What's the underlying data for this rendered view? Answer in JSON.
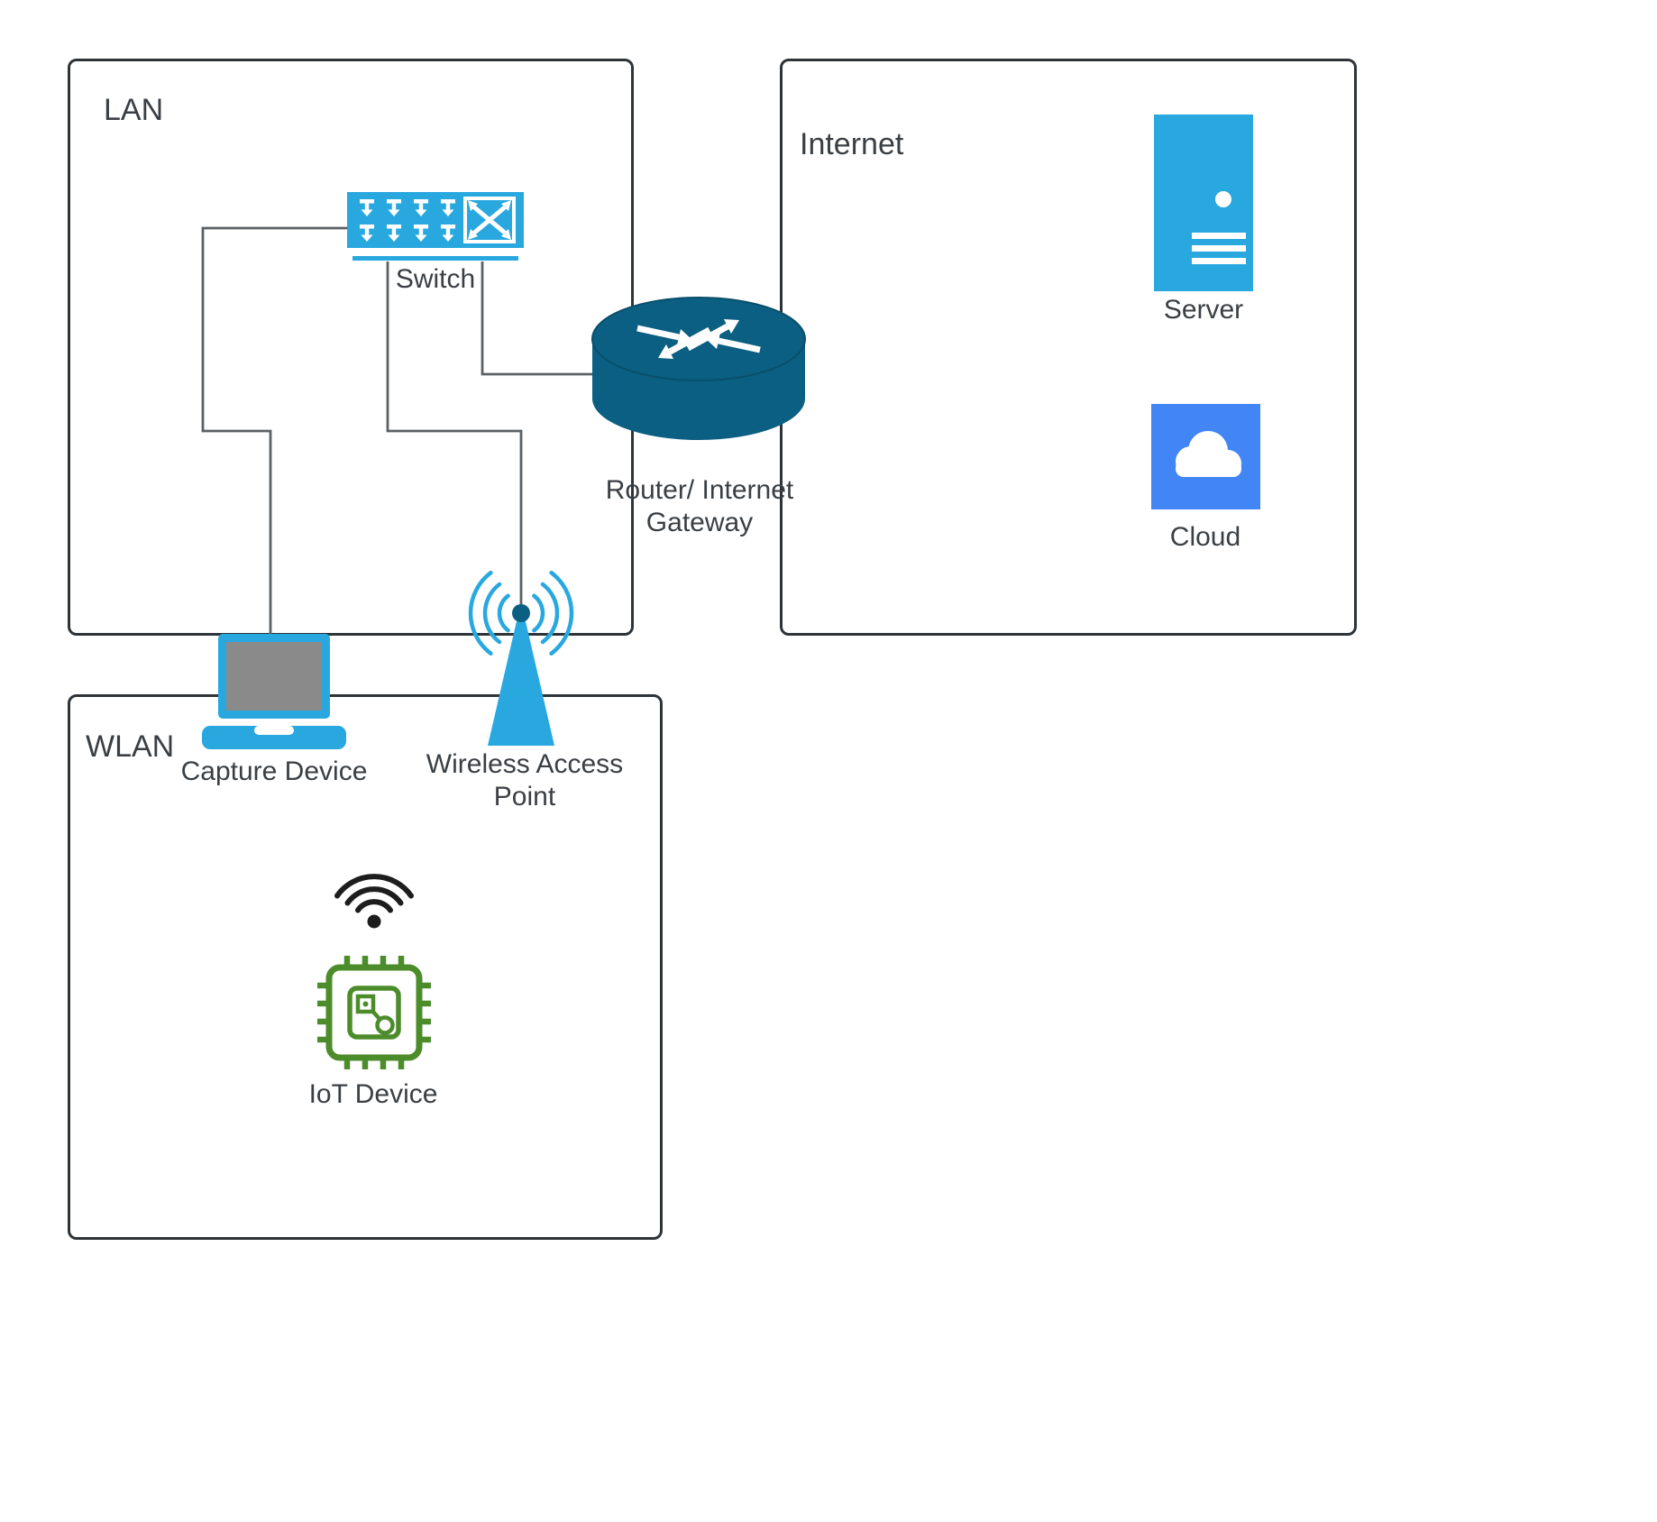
{
  "diagram": {
    "zones": {
      "lan": {
        "label": "LAN"
      },
      "internet": {
        "label": "Internet"
      },
      "wlan": {
        "label": "WLAN"
      }
    },
    "nodes": {
      "switch": {
        "label": "Switch",
        "icon": "switch-icon"
      },
      "router": {
        "label": "Router/ Internet Gateway",
        "icon": "router-icon"
      },
      "server": {
        "label": "Server",
        "icon": "server-icon"
      },
      "cloud": {
        "label": "Cloud",
        "icon": "cloud-icon"
      },
      "capture_device": {
        "label": "Capture Device",
        "icon": "laptop-icon"
      },
      "wireless_access_point": {
        "label": "Wireless Access Point",
        "icon": "antenna-icon"
      },
      "iot_device": {
        "label": "IoT Device",
        "icon": "chip-icon",
        "signal": "wifi-icon"
      }
    },
    "edges": [
      {
        "from": "Switch",
        "to": "Capture Device"
      },
      {
        "from": "Switch",
        "to": "Wireless Access Point"
      },
      {
        "from": "Switch",
        "to": "Router/ Internet Gateway"
      }
    ],
    "colors": {
      "device_blue": "#29A8E0",
      "router_teal": "#0B5F82",
      "cloud_blue": "#4285F4",
      "iot_green": "#4C8C2B",
      "screen_gray": "#8A8A8A",
      "connector_gray": "#5C6166",
      "zone_border": "#2E3338",
      "wifi_black": "#1D1D1D"
    }
  }
}
